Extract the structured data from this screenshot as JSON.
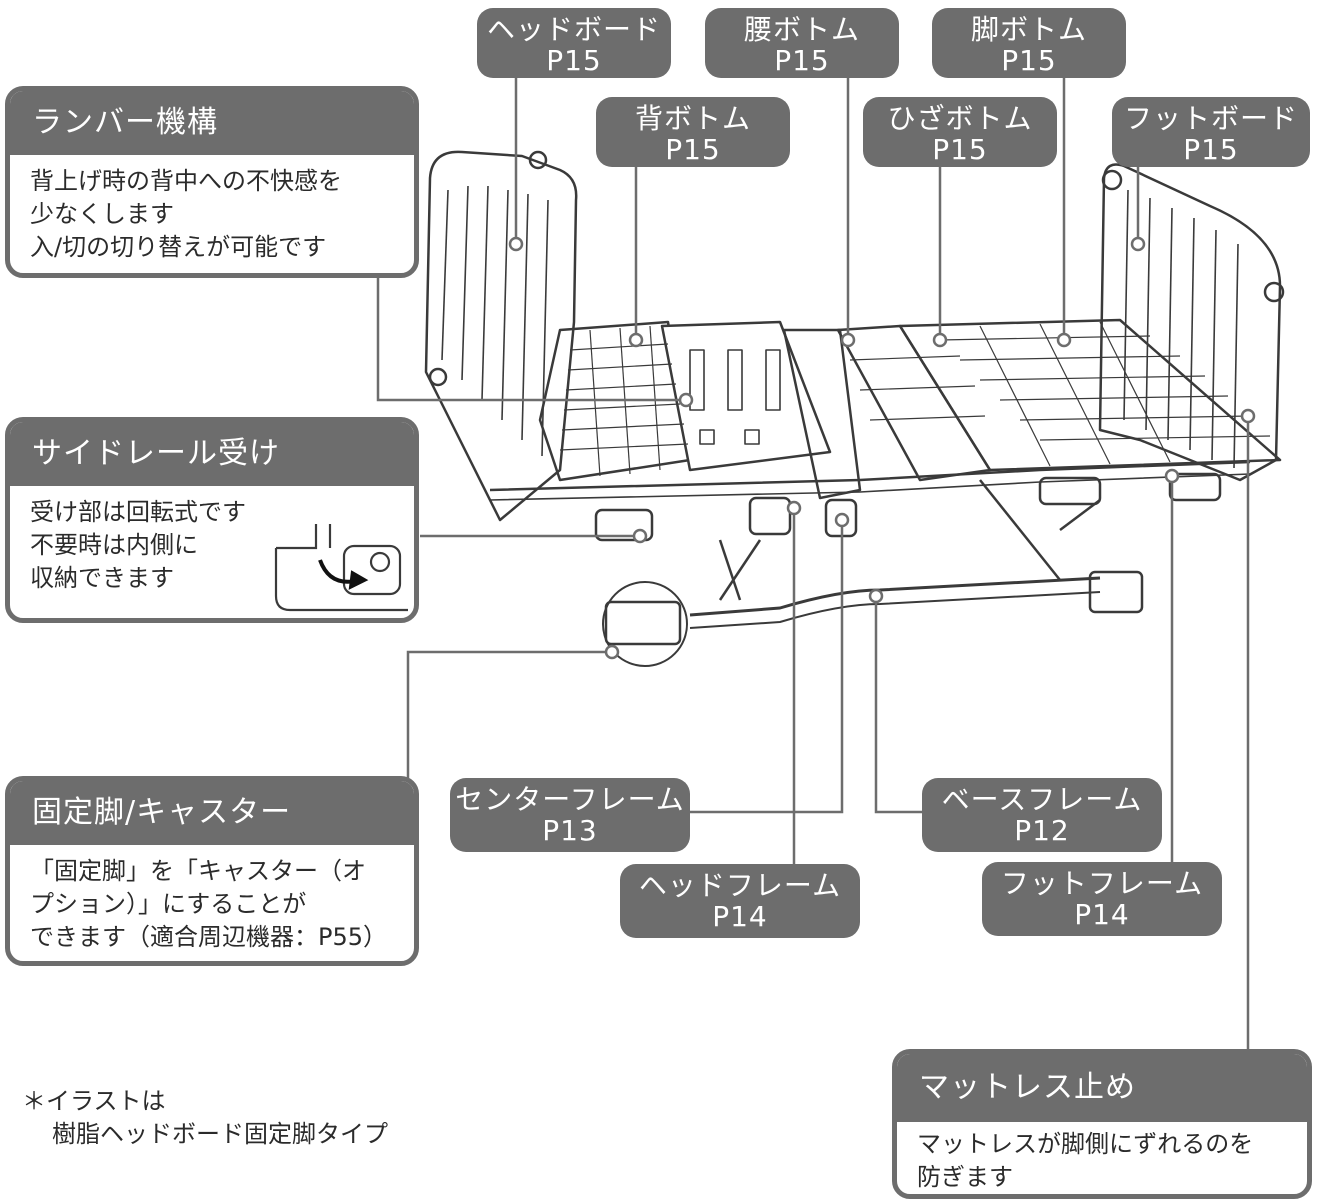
{
  "parts": {
    "headboard": {
      "name": "ヘッドボード",
      "page": "P15"
    },
    "waist_bottom": {
      "name": "腰ボトム",
      "page": "P15"
    },
    "leg_bottom": {
      "name": "脚ボトム",
      "page": "P15"
    },
    "back_bottom": {
      "name": "背ボトム",
      "page": "P15"
    },
    "knee_bottom": {
      "name": "ひざボトム",
      "page": "P15"
    },
    "footboard": {
      "name": "フットボード",
      "page": "P15"
    },
    "center_frame": {
      "name": "センターフレーム",
      "page": "P13"
    },
    "base_frame": {
      "name": "ベースフレーム",
      "page": "P12"
    },
    "head_frame": {
      "name": "ヘッドフレーム",
      "page": "P14"
    },
    "foot_frame": {
      "name": "フットフレーム",
      "page": "P14"
    }
  },
  "cards": {
    "lumbar": {
      "title": "ランバー機構",
      "lines": [
        "背上げ時の背中への不快感を",
        "少なくします",
        "入/切の切り替えが可能です"
      ]
    },
    "side_rail": {
      "title": "サイドレール受け",
      "lines": [
        "受け部は回転式です",
        "不要時は内側に",
        "収納できます"
      ]
    },
    "caster": {
      "title": "固定脚/キャスター",
      "lines": [
        "「固定脚」を「キャスター（オ",
        "プション）」にすることが",
        "できます（適合周辺機器：P55）"
      ]
    },
    "mattress_stop": {
      "title": "マットレス止め",
      "lines": [
        "マットレスが脚側にずれるのを",
        "防ぎます"
      ]
    }
  },
  "note": {
    "line1": "＊イラストは",
    "line2": "樹脂ヘッドボード固定脚タイプ"
  },
  "colors": {
    "label_bg": "#6d6d6d",
    "line": "#6d6d6d",
    "bed_stroke": "#3a3a3a"
  }
}
